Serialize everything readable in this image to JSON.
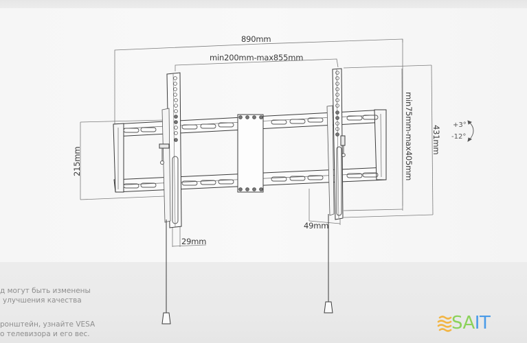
{
  "diagram": {
    "subject": "Tilting TV wall mount bracket dimensions",
    "dimensions": {
      "overall_width": "890mm",
      "vesa_horizontal": "min200mm-max855mm",
      "vesa_vertical": "min75mm-max405mm",
      "overall_height": "431mm",
      "wall_plate_height": "215mm",
      "min_depth": "29mm",
      "max_depth": "49mm"
    },
    "tilt": {
      "up": "+3°",
      "down": "-12°"
    }
  },
  "notes": {
    "line1": "д могут быть изменены",
    "line2": "улучшения качества",
    "line3": "ронштейн, узнайте VESA",
    "line4": "о телевизора и его вес."
  },
  "logo": {
    "part1": "SA",
    "part2": "IT",
    "colors": {
      "wave": "#f2b544",
      "sa": "#8bd25a",
      "it": "#4a9be8"
    }
  },
  "colors": {
    "line": "#3a3a3a",
    "dim_line": "#7a7a7a",
    "paper": "#f7f7f7",
    "background": "#ededed"
  }
}
